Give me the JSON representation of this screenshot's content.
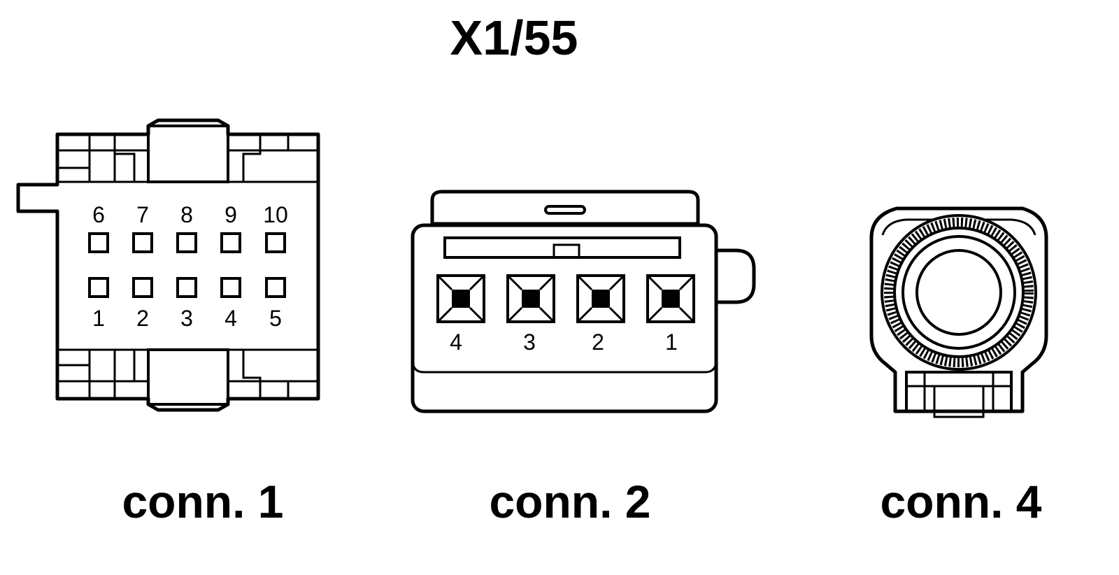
{
  "title": "X1/55",
  "connectors": [
    {
      "label": "conn. 1",
      "pins_top": [
        "6",
        "7",
        "8",
        "9",
        "10"
      ],
      "pins_bottom": [
        "1",
        "2",
        "3",
        "4",
        "5"
      ]
    },
    {
      "label": "conn. 2",
      "pins": [
        "4",
        "3",
        "2",
        "1"
      ]
    },
    {
      "label": "conn. 4"
    }
  ]
}
